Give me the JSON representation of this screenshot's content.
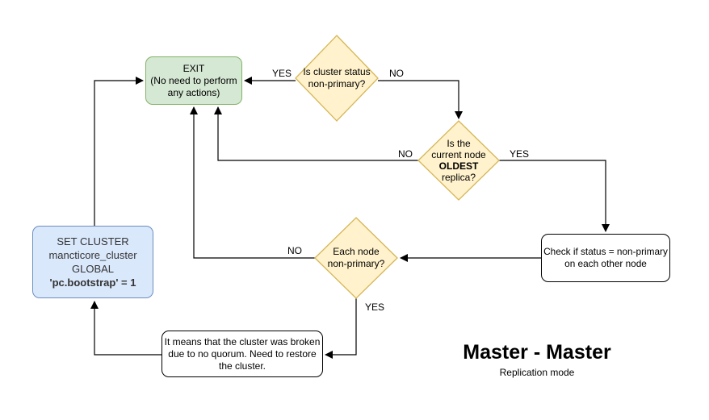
{
  "canvas": {
    "background": "#ffffff"
  },
  "title": {
    "main": "Master - Master",
    "subtitle": "Replication mode"
  },
  "colors": {
    "exit_fill": "#d5e8d4",
    "exit_border": "#82b366",
    "decision_fill": "#fff2cc",
    "decision_border": "#d6b656",
    "action_fill": "#dae8fc",
    "action_border": "#6c8ebf",
    "plain_fill": "#ffffff",
    "connector": "#000000"
  },
  "nodes": {
    "exit": {
      "type": "terminator",
      "lines": [
        "EXIT",
        "(No need to perform",
        "any actions)"
      ]
    },
    "is_cluster_status": {
      "type": "decision",
      "lines": [
        "Is cluster status",
        "non-primary?"
      ]
    },
    "is_oldest_replica": {
      "type": "decision",
      "lines": [
        "Is the",
        "current node",
        "OLDEST",
        "replica?"
      ]
    },
    "check_status": {
      "type": "process",
      "lines": [
        "Check if status = non-primary",
        "on each other node"
      ]
    },
    "each_node_nonprimary": {
      "type": "decision",
      "lines": [
        "Each node",
        "non-primary?"
      ]
    },
    "set_cluster": {
      "type": "process",
      "lines": [
        "SET CLUSTER",
        "mancticore_cluster",
        "GLOBAL",
        "'pc.bootstrap' = 1"
      ]
    },
    "cluster_broken": {
      "type": "note",
      "lines": [
        "It means that the cluster was broken",
        "due to no quorum. Need to restore",
        "the cluster."
      ]
    }
  },
  "edge_labels": {
    "cluster_status_yes": "YES",
    "cluster_status_no": "NO",
    "oldest_no": "NO",
    "oldest_yes": "YES",
    "each_node_no": "NO",
    "each_node_yes": "YES"
  }
}
